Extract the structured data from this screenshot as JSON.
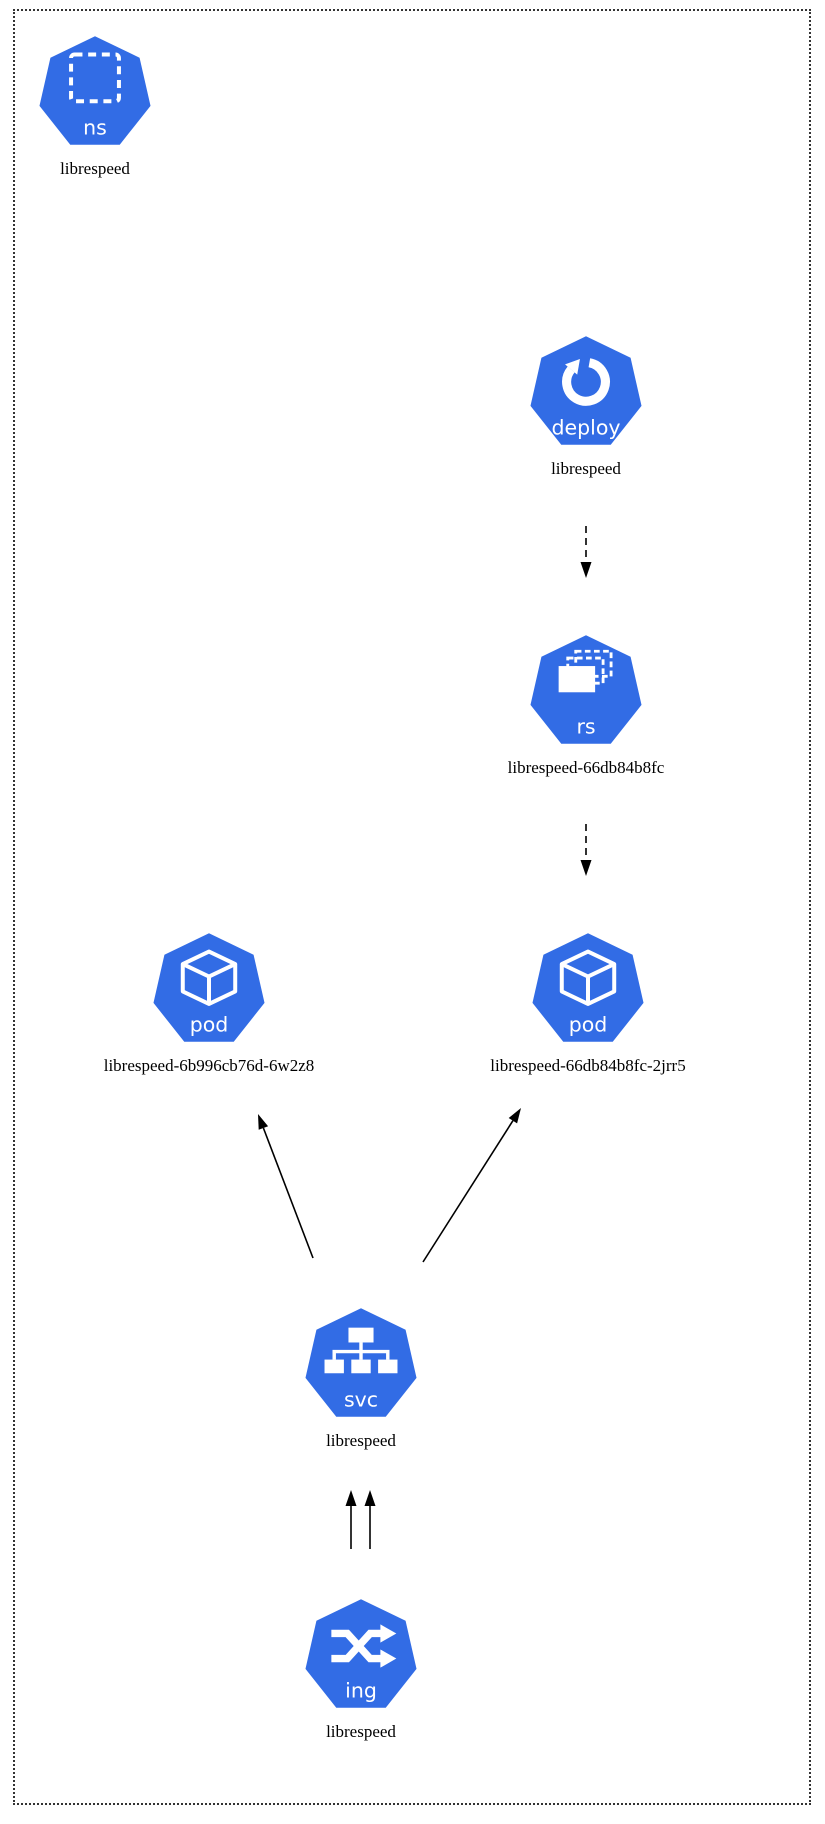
{
  "diagram": {
    "nodes": {
      "namespace": {
        "kind": "ns",
        "label": "librespeed"
      },
      "deployment": {
        "kind": "deploy",
        "label": "librespeed"
      },
      "replicaset": {
        "kind": "rs",
        "label": "librespeed-66db84b8fc"
      },
      "pod_left": {
        "kind": "pod",
        "label": "librespeed-6b996cb76d-6w2z8"
      },
      "pod_right": {
        "kind": "pod",
        "label": "librespeed-66db84b8fc-2jrr5"
      },
      "service": {
        "kind": "svc",
        "label": "librespeed"
      },
      "ingress": {
        "kind": "ing",
        "label": "librespeed"
      }
    },
    "edges": [
      {
        "from": "deployment",
        "to": "replicaset",
        "style": "dashed"
      },
      {
        "from": "replicaset",
        "to": "pod_right",
        "style": "dashed"
      },
      {
        "from": "service",
        "to": "pod_left",
        "style": "solid"
      },
      {
        "from": "service",
        "to": "pod_right",
        "style": "solid"
      },
      {
        "from": "ingress",
        "to": "service",
        "style": "solid"
      },
      {
        "from": "ingress",
        "to": "service",
        "style": "solid"
      }
    ],
    "colors": {
      "node_fill": "#326CE5",
      "glyph": "#FFFFFF",
      "edge": "#000000",
      "label_text": "#000000",
      "background": "#FFFFFF"
    }
  }
}
